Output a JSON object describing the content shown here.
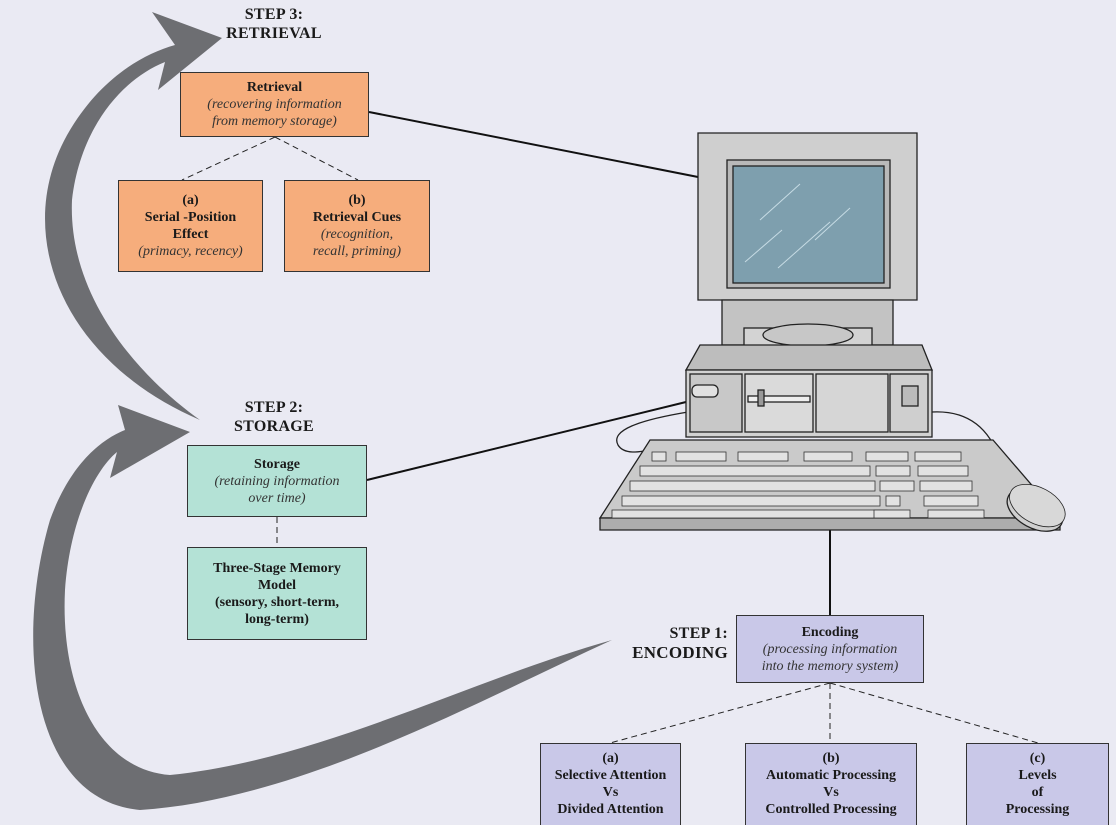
{
  "step3": {
    "line1": "STEP 3:",
    "line2": "RETRIEVAL"
  },
  "step2": {
    "line1": "STEP 2:",
    "line2": "STORAGE"
  },
  "step1": {
    "line1": "STEP 1:",
    "line2": "ENCODING"
  },
  "retrieval": {
    "title": "Retrieval",
    "sub1": "(recovering information",
    "sub2": "from memory storage)"
  },
  "retrieval_a": {
    "letter": "(a)",
    "title1": "Serial -Position",
    "title2": "Effect",
    "sub": "(primacy, recency)"
  },
  "retrieval_b": {
    "letter": "(b)",
    "title": "Retrieval Cues",
    "sub1": "(recognition,",
    "sub2": "recall, priming)"
  },
  "storage": {
    "title": "Storage",
    "sub1": "(retaining information",
    "sub2": "over time)"
  },
  "storage_model": {
    "line1": "Three-Stage Memory",
    "line2": "Model",
    "line3": "(sensory, short-term,",
    "line4": "long-term)"
  },
  "encoding": {
    "title": "Encoding",
    "sub1": "(processing information",
    "sub2": "into the memory system)"
  },
  "encoding_a": {
    "letter": "(a)",
    "line1": "Selective Attention",
    "line2": "Vs",
    "line3": "Divided Attention"
  },
  "encoding_b": {
    "letter": "(b)",
    "line1": "Automatic Processing",
    "line2": "Vs",
    "line3": "Controlled Processing"
  },
  "encoding_c": {
    "letter": "(c)",
    "line1": "Levels",
    "line2": "of",
    "line3": "Processing"
  },
  "colors": {
    "retrieval": "#f6ad7c",
    "storage": "#b4e2d6",
    "encoding": "#c9c8e8",
    "arrow": "#6d6e72",
    "background": "#eaeaf3",
    "screen": "#7e9fae"
  }
}
